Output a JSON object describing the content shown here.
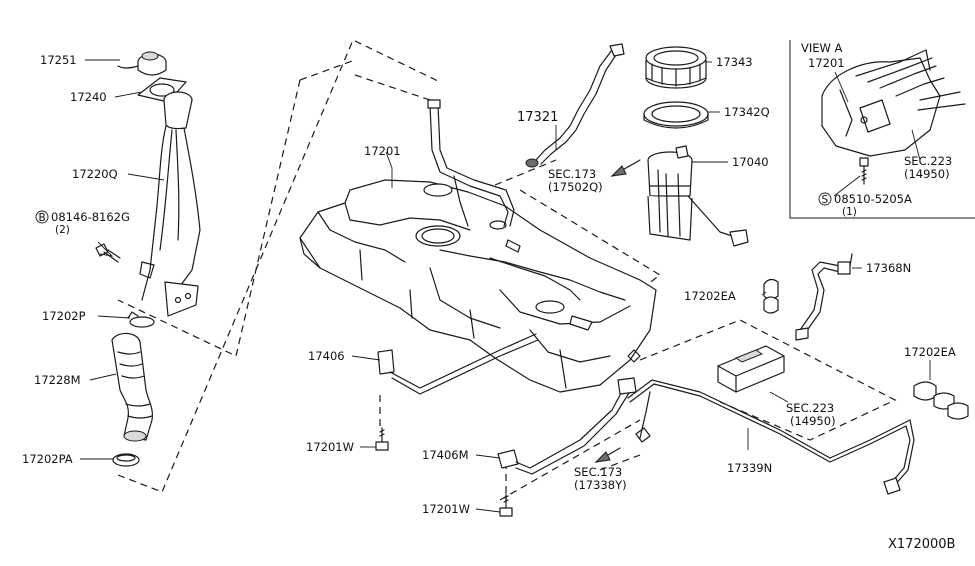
{
  "diagram_code": "X172000B",
  "view_a": {
    "title": "VIEW A",
    "part": "17201",
    "sec_ref": "SEC.223",
    "sec_sub": "(14950)",
    "bolt_prefix": "S",
    "bolt": "08510-5205A",
    "bolt_qty": "(1)"
  },
  "labels": {
    "p17251": "17251",
    "p17240": "17240",
    "p17220q": "17220Q",
    "bolt_prefix": "B",
    "bolt_08146": "08146-8162G",
    "bolt_qty": "(2)",
    "p17202p": "17202P",
    "p17228m": "17228M",
    "p17202pa": "17202PA",
    "p17201": "17201",
    "p17321": "17321",
    "sec173_a": "SEC.173",
    "sec173_a_sub": "(17502Q)",
    "p17343": "17343",
    "p17342q": "17342Q",
    "p17040": "17040",
    "p17368n": "17368N",
    "p17202ea_1": "17202EA",
    "p17202ea_2": "17202EA",
    "p17406": "17406",
    "p17201w_1": "17201W",
    "p17406m": "17406M",
    "p17201w_2": "17201W",
    "sec173_b": "SEC.173",
    "sec173_b_sub": "(17338Y)",
    "sec223": "SEC.223",
    "sec223_sub": "(14950)",
    "p17339n": "17339N"
  }
}
